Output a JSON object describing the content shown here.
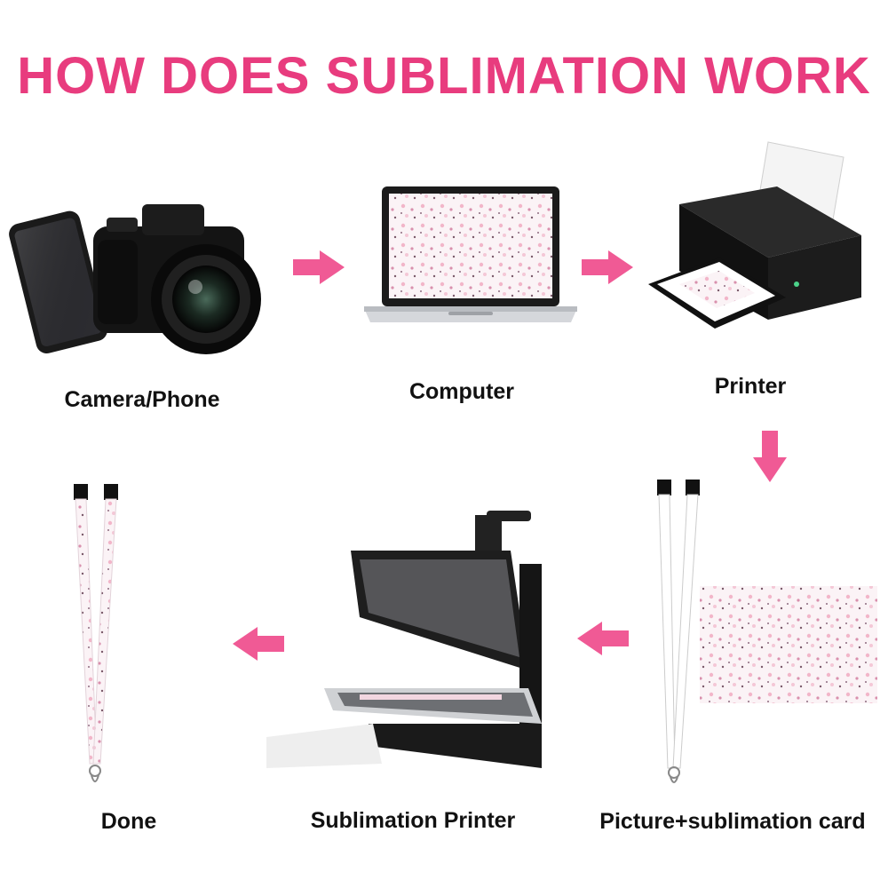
{
  "title": "HOW DOES SUBLIMATION WORK",
  "accent_color": "#e83c7e",
  "arrow_color": "#f05a95",
  "steps": [
    {
      "label": "Camera/Phone",
      "icon": "camera-phone-icon"
    },
    {
      "label": "Computer",
      "icon": "laptop-icon"
    },
    {
      "label": "Printer",
      "icon": "printer-icon"
    },
    {
      "label": "Picture+sublimation card",
      "icon": "lanyard-blank-and-print-icon"
    },
    {
      "label": "Sublimation Printer",
      "icon": "heat-press-icon"
    },
    {
      "label": "Done",
      "icon": "printed-lanyard-icon"
    }
  ]
}
